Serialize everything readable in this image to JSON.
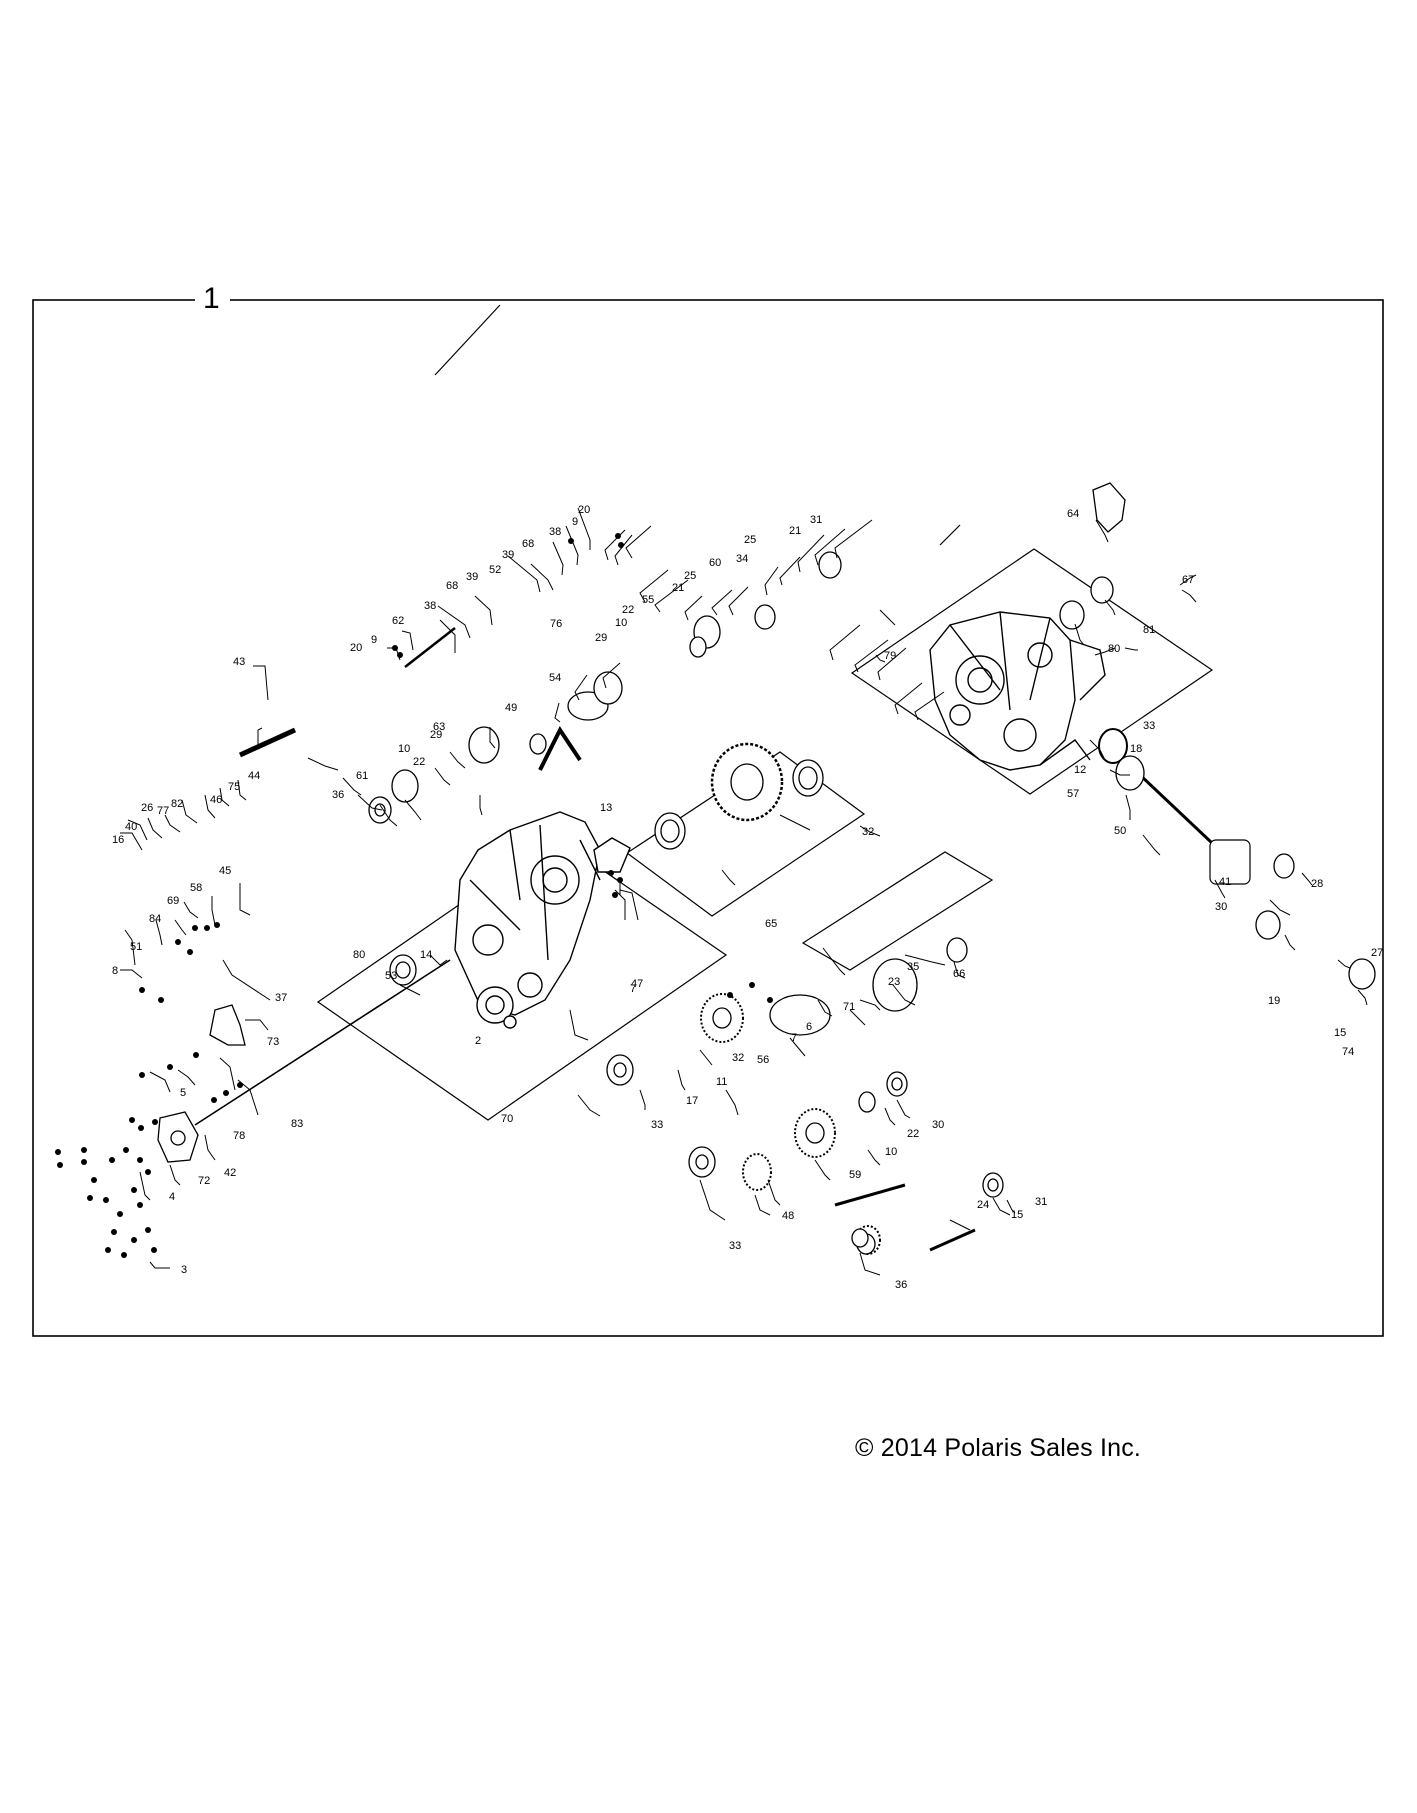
{
  "assembly": {
    "number": "1"
  },
  "copyright": "© 2014 Polaris Sales Inc.",
  "callouts": [
    "1",
    "2",
    "3",
    "4",
    "5",
    "6",
    "7",
    "8",
    "9",
    "10",
    "11",
    "12",
    "13",
    "14",
    "15",
    "16",
    "17",
    "18",
    "19",
    "20",
    "21",
    "22",
    "23",
    "24",
    "25",
    "26",
    "27",
    "28",
    "29",
    "30",
    "31",
    "32",
    "33",
    "34",
    "35",
    "36",
    "37",
    "38",
    "39",
    "40",
    "41",
    "42",
    "43",
    "44",
    "45",
    "46",
    "47",
    "48",
    "49",
    "50",
    "51",
    "52",
    "53",
    "54",
    "55",
    "56",
    "57",
    "58",
    "59",
    "60",
    "61",
    "62",
    "63",
    "64",
    "65",
    "66",
    "67",
    "68",
    "69",
    "70",
    "71",
    "72",
    "73",
    "74",
    "75",
    "76",
    "77",
    "78",
    "79",
    "80",
    "81",
    "82",
    "83",
    "84"
  ]
}
